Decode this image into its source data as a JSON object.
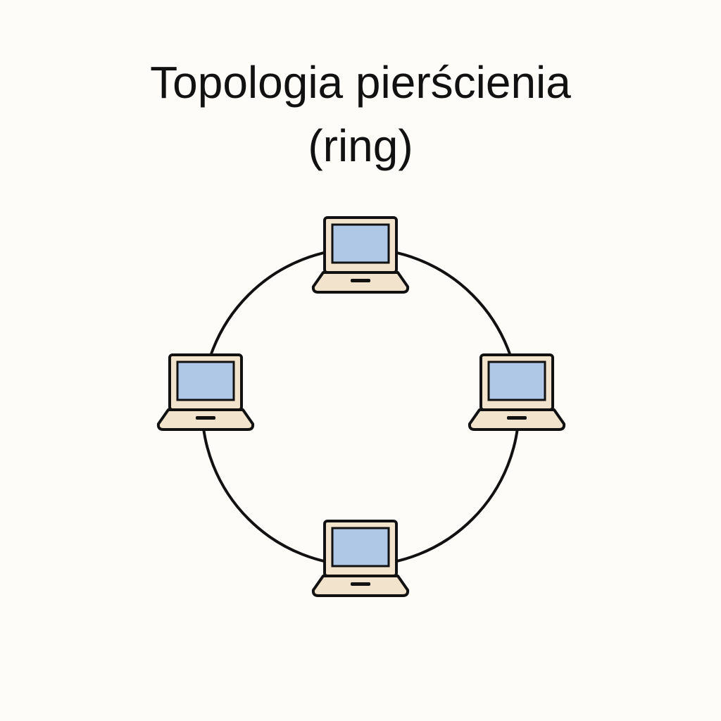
{
  "title": {
    "line1": "Topologia pierścienia",
    "line2": "(ring)"
  },
  "diagram": {
    "topology": "ring",
    "node_count": 4,
    "node_icon": "laptop-icon",
    "colors": {
      "line": "#111111",
      "screen": "#aec8e6",
      "body": "#f2e3cd",
      "background": "#fdfcf9"
    }
  }
}
